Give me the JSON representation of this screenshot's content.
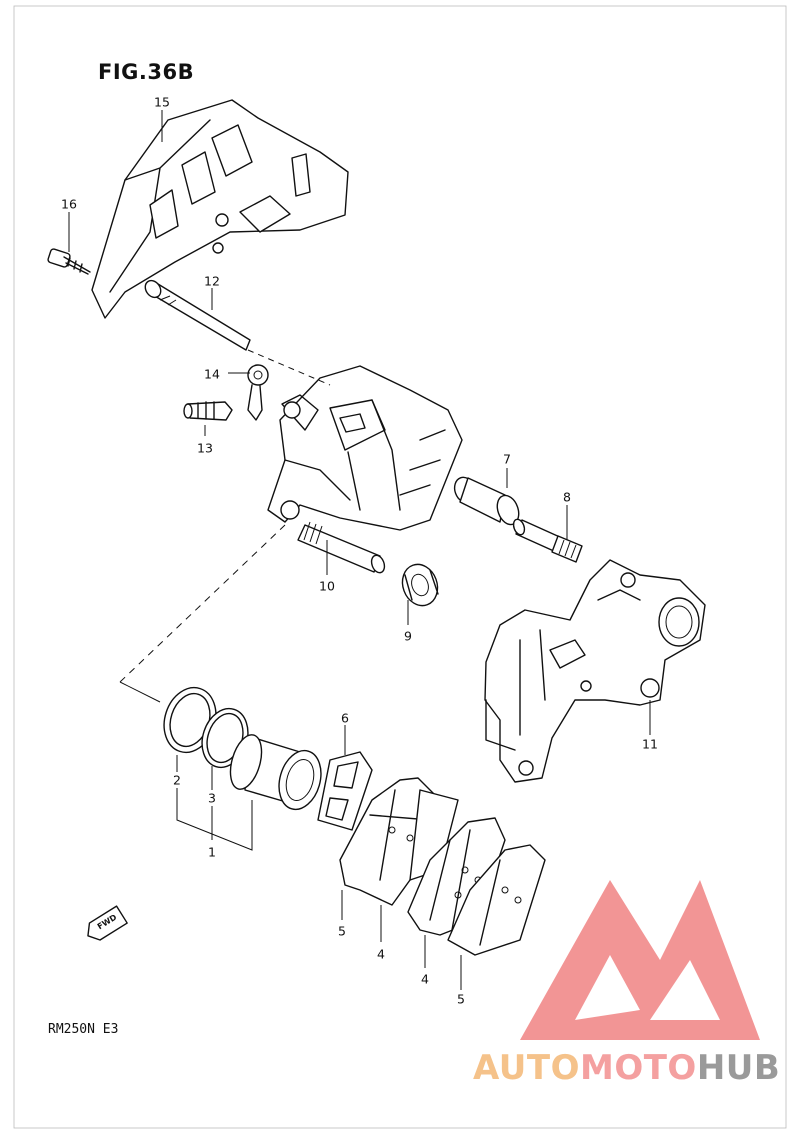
{
  "figure": {
    "title": "FIG.36B",
    "model": "RM250N  E3",
    "fwd_badge": "FWD"
  },
  "callouts": [
    {
      "id": "15",
      "label": "15"
    },
    {
      "id": "16",
      "label": "16"
    },
    {
      "id": "12",
      "label": "12"
    },
    {
      "id": "14",
      "label": "14"
    },
    {
      "id": "13",
      "label": "13"
    },
    {
      "id": "7",
      "label": "7"
    },
    {
      "id": "8",
      "label": "8"
    },
    {
      "id": "10",
      "label": "10"
    },
    {
      "id": "9",
      "label": "9"
    },
    {
      "id": "11",
      "label": "11"
    },
    {
      "id": "6",
      "label": "6"
    },
    {
      "id": "2",
      "label": "2"
    },
    {
      "id": "3",
      "label": "3"
    },
    {
      "id": "1",
      "label": "1"
    },
    {
      "id": "5a",
      "label": "5"
    },
    {
      "id": "4a",
      "label": "4"
    },
    {
      "id": "4b",
      "label": "4"
    },
    {
      "id": "5b",
      "label": "5"
    }
  ],
  "watermark": {
    "part1": "AUTO",
    "part2": "MOTO",
    "part3": "HUB",
    "colors": {
      "auto": "#f5c28a",
      "moto": "#f4a0a0",
      "hub": "#9a9a9a",
      "logo": "#ef7b7b"
    }
  }
}
